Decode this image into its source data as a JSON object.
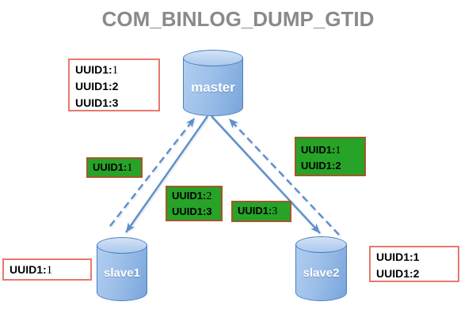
{
  "title": "COM_BINLOG_DUMP_GTID",
  "colors": {
    "title_text": "#8a8a8a",
    "arrow": "#5e8fcb",
    "cylinder_border": "#4a7ebc",
    "cylinder_fill": "#8fb4e3",
    "green_box_bg": "#27a327",
    "green_box_border": "#a3572a",
    "white_box_border": "#e8786e"
  },
  "nodes": {
    "master": "master",
    "slave1": "slave1",
    "slave2": "slave2"
  },
  "boxes": {
    "master_gtids": {
      "lines": [
        {
          "pre": "UUID1:",
          "tail": "1"
        },
        {
          "pre": "UUID1:2",
          "tail": ""
        },
        {
          "pre": "UUID1:3",
          "tail": ""
        }
      ]
    },
    "slave1_gtids": {
      "lines": [
        {
          "pre": "UUID1:",
          "tail": "1"
        }
      ]
    },
    "slave2_gtids": {
      "lines": [
        {
          "pre": "UUID1:1",
          "tail": ""
        },
        {
          "pre": "UUID1:2",
          "tail": ""
        }
      ]
    },
    "slave1_request_gtids": {
      "lines": [
        {
          "pre": "UUID1:",
          "tail": "1"
        }
      ]
    },
    "master_to_slave1_gtids": {
      "lines": [
        {
          "pre": "UUID1:",
          "tail": "2"
        },
        {
          "pre": "UUID1:3",
          "tail": ""
        }
      ]
    },
    "master_to_slave2_gtids": {
      "lines": [
        {
          "pre": "UUID1:",
          "tail": "3"
        }
      ]
    },
    "slave2_request_gtids": {
      "lines": [
        {
          "pre": "UUID1:",
          "tail": "1"
        },
        {
          "pre": "UUID1:2",
          "tail": ""
        }
      ]
    }
  }
}
